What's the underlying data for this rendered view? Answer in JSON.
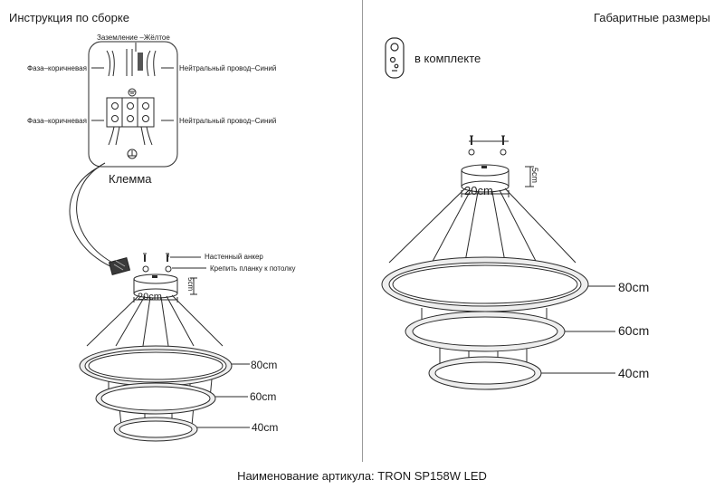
{
  "header": {
    "left_title": "Инструкция по сборке",
    "right_title": "Габаритные размеры"
  },
  "wiring": {
    "ground_label": "Заземление –Жёлтое",
    "phase_top": "Фаза–коричневая",
    "neutral_top": "Нейтральный провод–Синий",
    "phase_bottom": "Фаза–коричневая",
    "neutral_bottom": "Нейтральный провод–Синий",
    "terminal_label": "Клемма"
  },
  "mounting": {
    "wall_anchor": "Настенный анкер",
    "fix_plate": "Крепить планку к потолку"
  },
  "left_fixture": {
    "canopy_diameter": "20cm",
    "canopy_height": "5cm",
    "ring_large": "80cm",
    "ring_mid": "60cm",
    "ring_small": "40cm"
  },
  "remote": {
    "included_label": "в комплекте",
    "icon": "remote-control-icon"
  },
  "right_fixture": {
    "canopy_diameter": "20cm",
    "canopy_height": "5cm",
    "ring_large": "80cm",
    "ring_mid": "60cm",
    "ring_small": "40cm"
  },
  "footer": {
    "article": "Наименование артикула: TRON SP158W LED"
  },
  "colors": {
    "line": "#2a2a2a",
    "ring_fill": "#ececec"
  }
}
